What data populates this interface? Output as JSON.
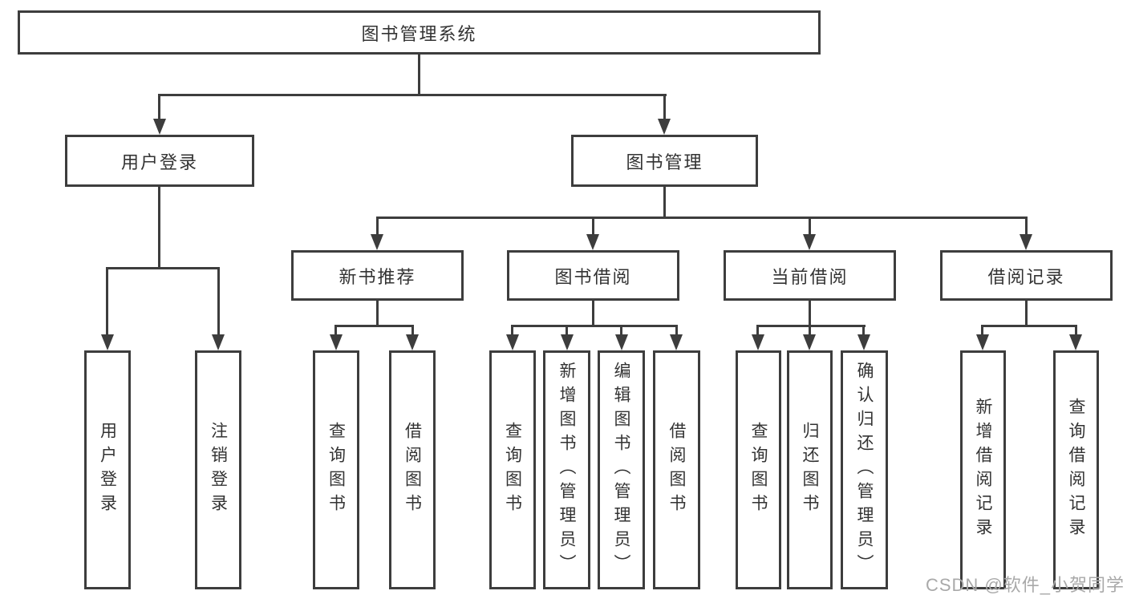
{
  "colors": {
    "line": "#3d3d3d",
    "text": "#333333",
    "watermark": "#a9a9a9",
    "background": "#ffffff"
  },
  "watermark": "CSDN @软件_小贺同学",
  "nodes": {
    "root": {
      "label": "图书管理系统"
    },
    "user_login": {
      "label": "用户登录"
    },
    "book_management": {
      "label": "图书管理"
    },
    "new_book_recommend": {
      "label": "新书推荐"
    },
    "book_borrowing": {
      "label": "图书借阅"
    },
    "current_borrowing": {
      "label": "当前借阅"
    },
    "borrowing_records": {
      "label": "借阅记录"
    },
    "leaf_user_login": {
      "label": "用户登录"
    },
    "leaf_logout": {
      "label": "注销登录"
    },
    "leaf_nb_query_books": {
      "label": "查询图书"
    },
    "leaf_nb_borrow_books": {
      "label": "借阅图书"
    },
    "leaf_bb_query_books": {
      "label": "查询图书"
    },
    "leaf_bb_add_books": {
      "label": "新增图书（管理员）"
    },
    "leaf_bb_edit_books": {
      "label": "编辑图书（管理员）"
    },
    "leaf_bb_borrow_books": {
      "label": "借阅图书"
    },
    "leaf_cb_query_books": {
      "label": "查询图书"
    },
    "leaf_cb_return_books": {
      "label": "归还图书"
    },
    "leaf_cb_confirm_return": {
      "label": "确认归还（管理员）"
    },
    "leaf_br_add_record": {
      "label": "新增借阅记录"
    },
    "leaf_br_query_record": {
      "label": "查询借阅记录"
    }
  },
  "hierarchy": {
    "root": [
      "user_login",
      "book_management"
    ],
    "user_login": [
      "leaf_user_login",
      "leaf_logout"
    ],
    "book_management": [
      "new_book_recommend",
      "book_borrowing",
      "current_borrowing",
      "borrowing_records"
    ],
    "new_book_recommend": [
      "leaf_nb_query_books",
      "leaf_nb_borrow_books"
    ],
    "book_borrowing": [
      "leaf_bb_query_books",
      "leaf_bb_add_books",
      "leaf_bb_edit_books",
      "leaf_bb_borrow_books"
    ],
    "current_borrowing": [
      "leaf_cb_query_books",
      "leaf_cb_return_books",
      "leaf_cb_confirm_return"
    ],
    "borrowing_records": [
      "leaf_br_add_record",
      "leaf_br_query_record"
    ]
  }
}
